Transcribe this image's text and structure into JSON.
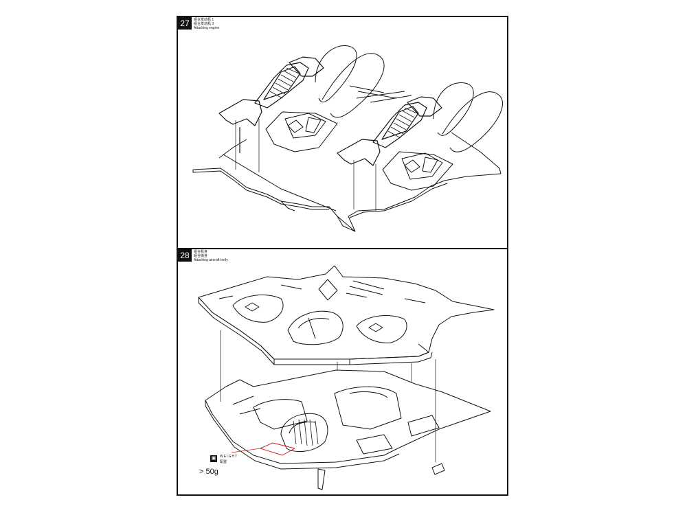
{
  "steps": [
    {
      "number": "27",
      "caption_cn_1": "组合发动机 1",
      "caption_cn_2": "组合发动机 3",
      "caption_en": "Attaching engine"
    },
    {
      "number": "28",
      "caption_cn_1": "组合机身",
      "caption_cn_2": "組合機身",
      "caption_en": "Attaching aircraft body"
    }
  ],
  "weight_note": {
    "icon": "weight-icon",
    "label": "WEIGHT",
    "label_cn": "配重",
    "value": "> 50g"
  },
  "colors": {
    "line": "#111111",
    "accent": "#d02020"
  }
}
